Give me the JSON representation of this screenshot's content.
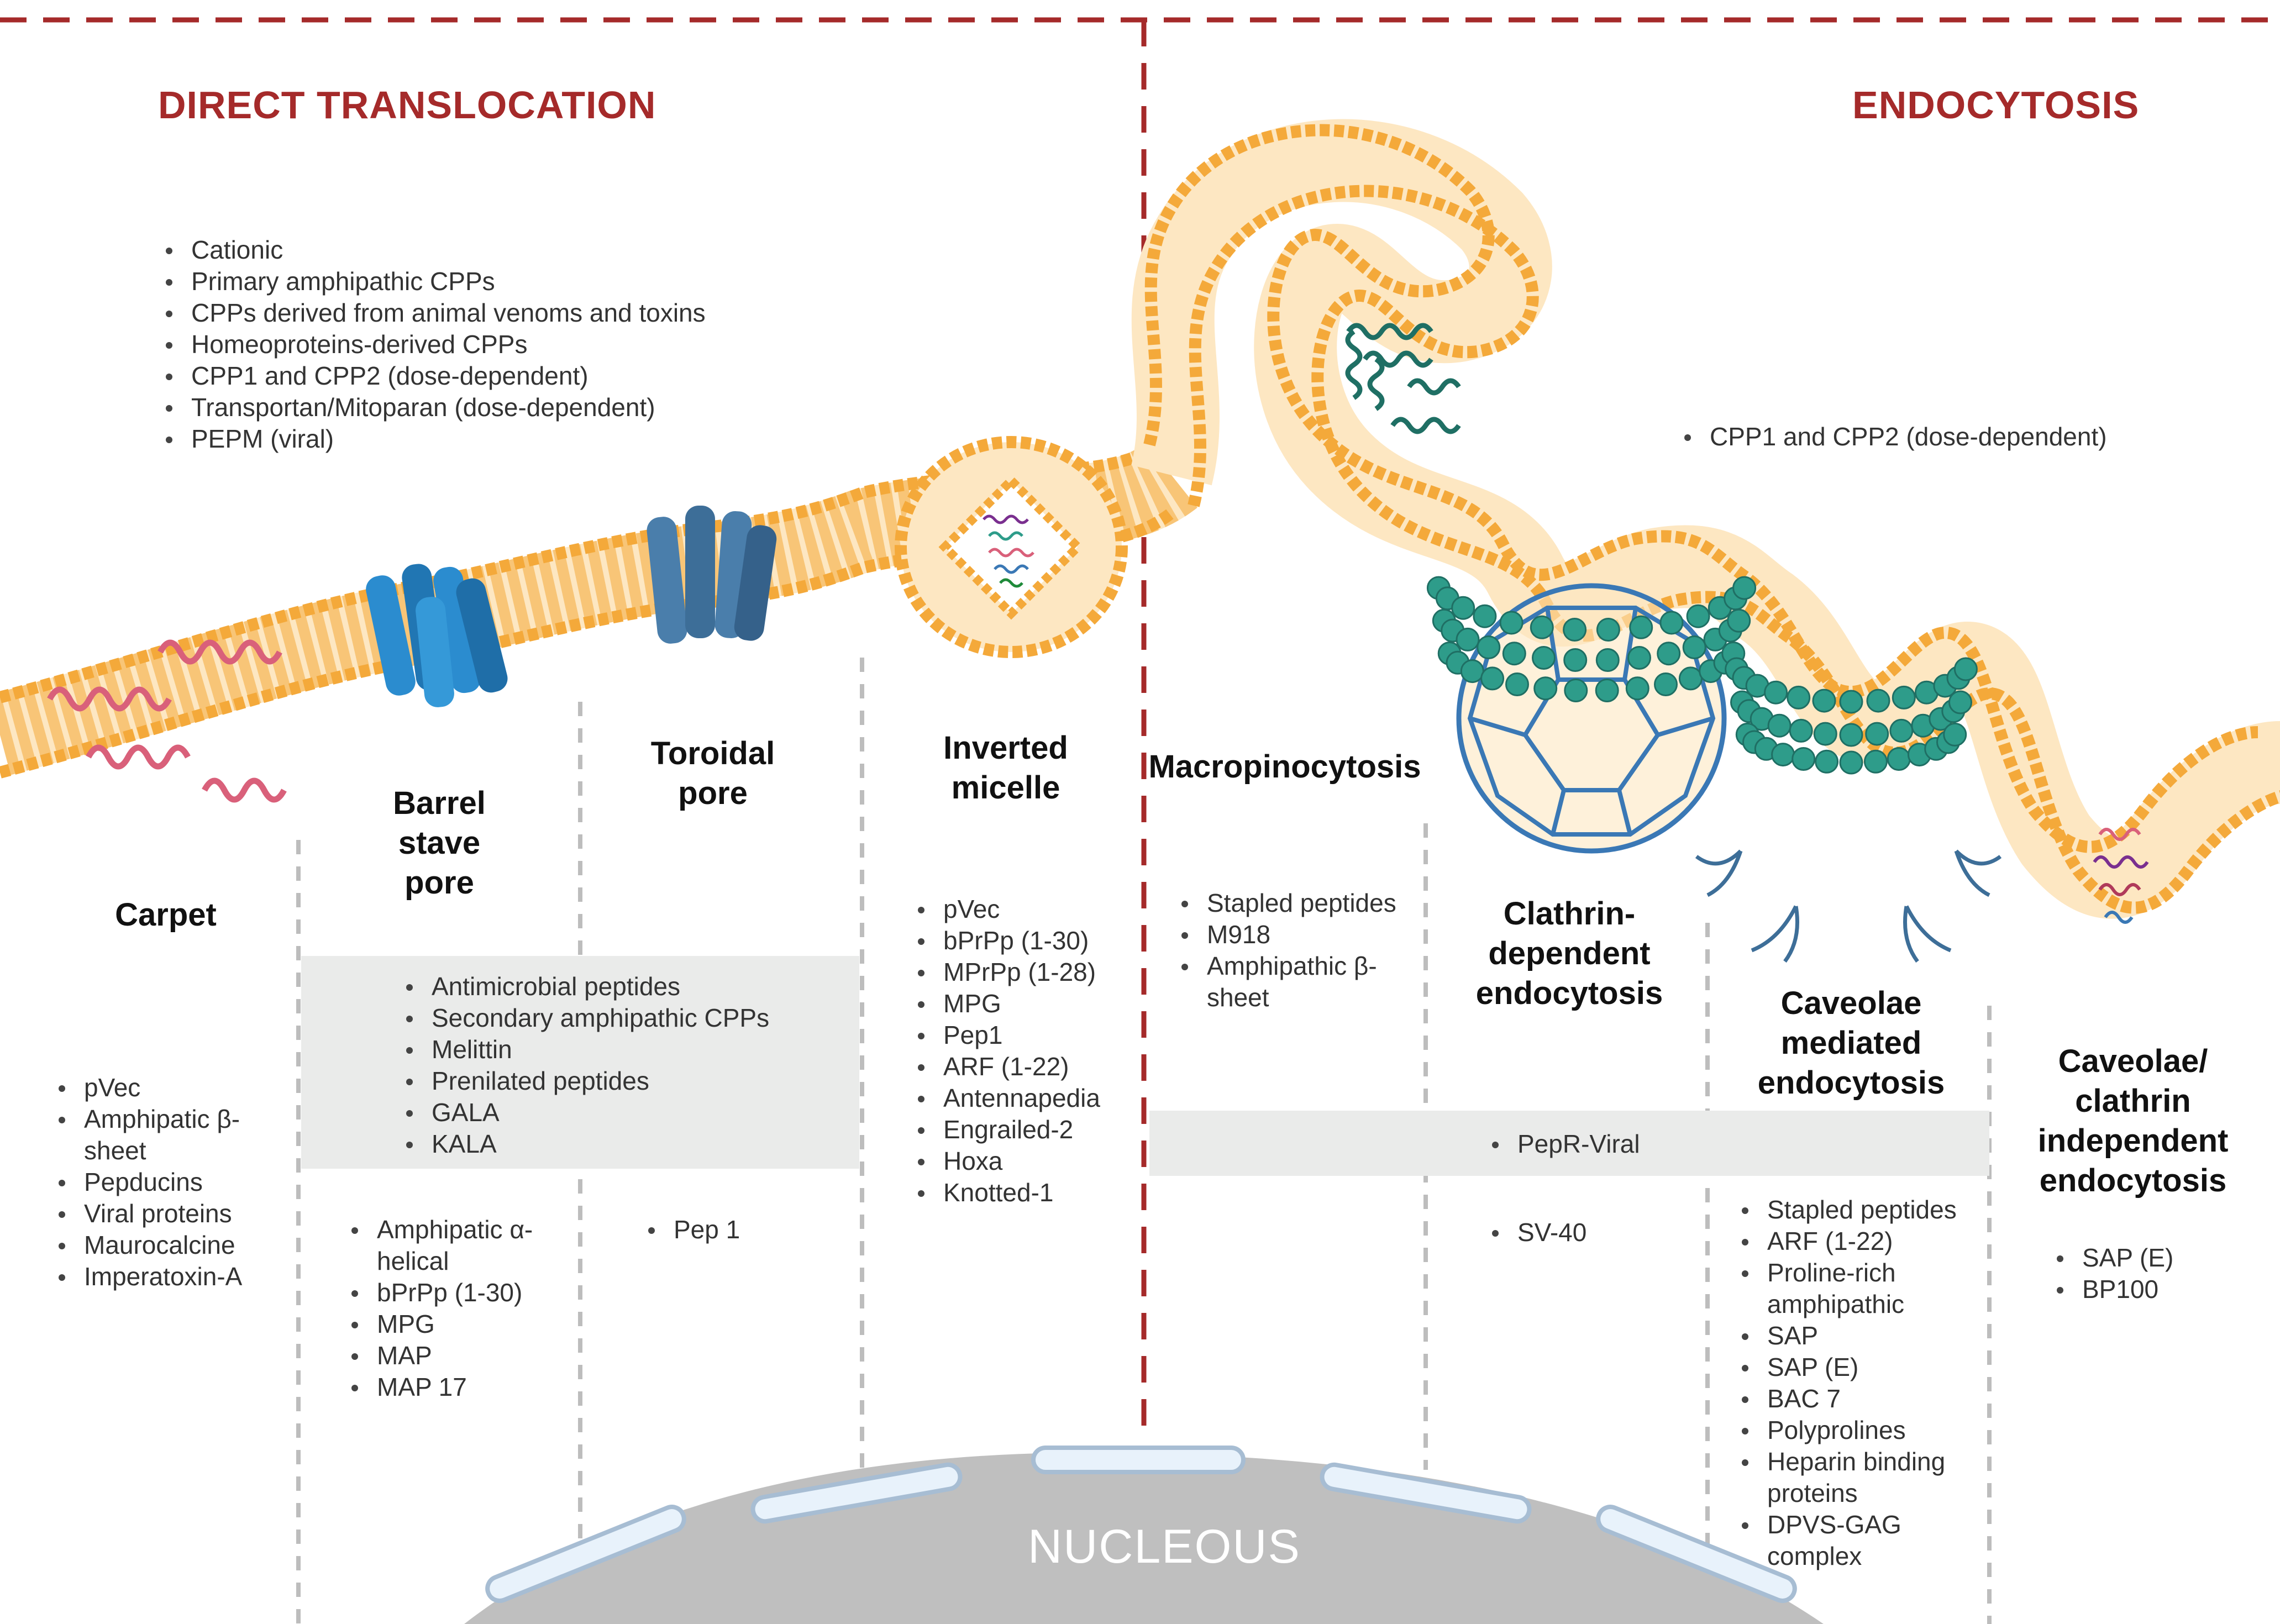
{
  "sections": {
    "direct": "DIRECT TRANSLOCATION",
    "endocytosis": "ENDOCYTOSIS"
  },
  "direct_general_list": [
    "Cationic",
    "Primary amphipathic CPPs",
    "CPPs derived from animal venoms and toxins",
    "Homeoproteins-derived CPPs",
    "CPP1 and CPP2 (dose-dependent)",
    "Transportan/Mitoparan (dose-dependent)",
    "PEPM (viral)"
  ],
  "endo_general_list": [
    "CPP1 and CPP2 (dose-dependent)"
  ],
  "mechanisms": {
    "carpet": {
      "l1": "Carpet",
      "items": [
        "pVec",
        "Amphipatic β-",
        "sheet",
        "Pepducins",
        "Viral proteins",
        "Maurocalcine",
        "Imperatoxin-A"
      ]
    },
    "barrel": {
      "l1": "Barrel",
      "l2": "stave",
      "l3": "pore",
      "items": [
        "Amphipatic α-",
        "helical",
        "bPrPp (1-30)",
        "MPG",
        "MAP",
        "MAP 17"
      ]
    },
    "toroidal": {
      "l1": "Toroidal",
      "l2": "pore",
      "items": [
        "Pep 1"
      ]
    },
    "inverted": {
      "l1": "Inverted",
      "l2": "micelle",
      "items": [
        "pVec",
        "bPrPp (1-30)",
        "MPrPp (1-28)",
        "MPG",
        "Pep1",
        "ARF (1-22)",
        "Antennapedia",
        "Engrailed-2",
        "Hoxa",
        "Knotted-1"
      ]
    },
    "macro": {
      "l1": "Macropinocytosis",
      "items": [
        "Stapled peptides",
        "M918",
        "Amphipathic β-",
        "sheet"
      ]
    },
    "clathrin": {
      "l1": "Clathrin-",
      "l2": "dependent",
      "l3": "endocytosis",
      "items": [
        "SV-40"
      ]
    },
    "caveolae": {
      "l1": "Caveolae",
      "l2": "mediated",
      "l3": "endocytosis",
      "items": [
        "Stapled peptides",
        "ARF (1-22)",
        "Proline-rich",
        "amphipathic",
        "SAP",
        "SAP (E)",
        "BAC 7",
        "Polyprolines",
        "Heparin binding",
        "proteins",
        "DPVS-GAG",
        "complex"
      ]
    },
    "independent": {
      "l1": "Caveolae/",
      "l2": "clathrin",
      "l3": "independent",
      "l4": "endocytosis",
      "items": [
        "SAP (E)",
        "BP100"
      ]
    }
  },
  "shared_pore_list": [
    "Antimicrobial peptides",
    "Secondary amphipathic CPPs",
    "Melittin",
    "Prenilated peptides",
    "GALA",
    "KALA"
  ],
  "shared_endo_list": [
    "PepR-Viral"
  ],
  "nucleus_label": "NUCLEOUS",
  "colors": {
    "divider": "#a52a2a",
    "membrane": "#f4a93a",
    "membrane_fill": "#fde7c2",
    "pore_light": "#2b8ccf",
    "pore_dark": "#3d6e98",
    "peptide": "#d9607a",
    "bead": "#2e9c8a",
    "clathrin": "#3a78b5",
    "nucleus": "#bfbfbf"
  }
}
